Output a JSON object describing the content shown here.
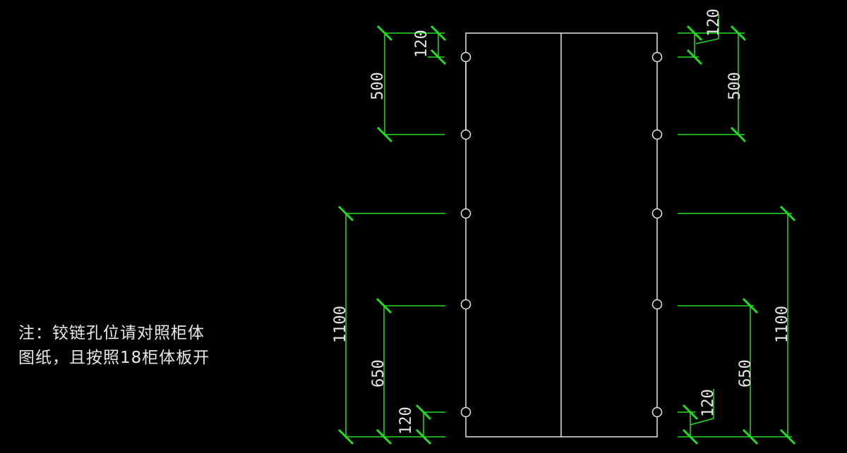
{
  "colors": {
    "background": "#000000",
    "outline": "#e6e6e6",
    "dimension": "#22dd22",
    "text": "#e8e8e8"
  },
  "note": {
    "line1": "注：铰链孔位请对照柜体",
    "line2": "图纸，且按照18柜体板开"
  },
  "top_left_dims": {
    "small": "120",
    "large": "500"
  },
  "top_right_dims": {
    "small": "120",
    "large": "500"
  },
  "bottom_left_dims": {
    "tall": "1100",
    "mid": "650",
    "small": "120"
  },
  "bottom_right_dims": {
    "tall": "1100",
    "mid": "650",
    "small": "120"
  },
  "panel": {
    "hole_count_per_side": 5
  }
}
